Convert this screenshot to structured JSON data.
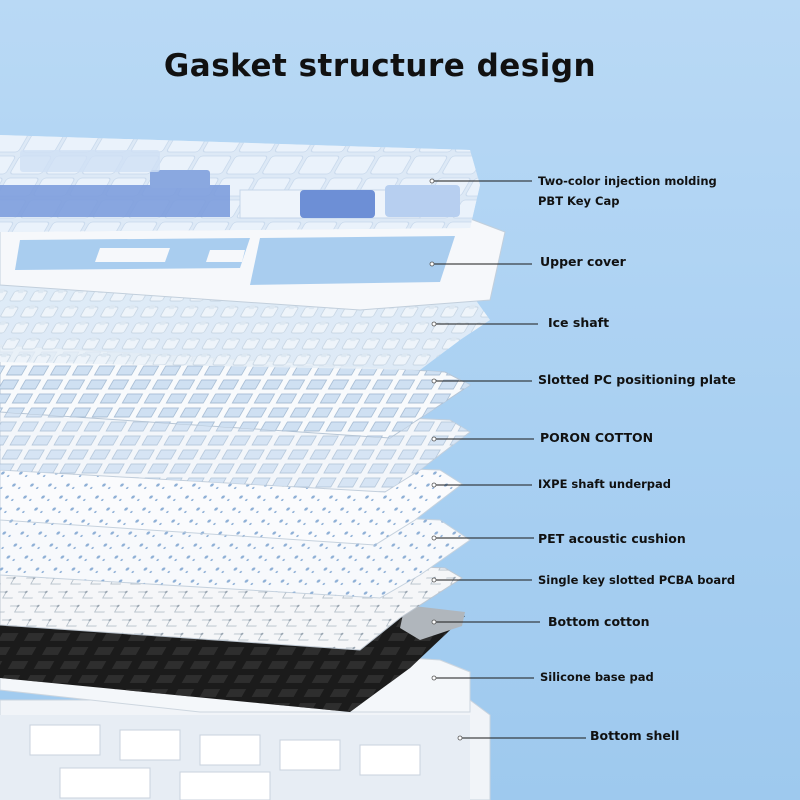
{
  "title": "Gasket structure design",
  "colors": {
    "background": "#b3d5f3",
    "keycap_blue": "#6d8fd6",
    "keycap_light": "#e8f1fb",
    "frame_white": "#f6f8fb",
    "cotton_black": "#1b1b1b"
  },
  "layers": [
    {
      "label_line1": "Two-color injection molding",
      "label_line2": "PBT Key Cap"
    },
    {
      "label_line1": "Upper cover"
    },
    {
      "label_line1": "Ice shaft"
    },
    {
      "label_line1": "Slotted PC positioning plate"
    },
    {
      "label_line1": "PORON COTTON"
    },
    {
      "label_line1": "IXPE shaft underpad"
    },
    {
      "label_line1": "PET acoustic cushion"
    },
    {
      "label_line1": "Single key slotted PCBA board"
    },
    {
      "label_line1": "Bottom cotton"
    },
    {
      "label_line1": "Silicone base pad"
    },
    {
      "label_line1": "Bottom shell"
    }
  ]
}
